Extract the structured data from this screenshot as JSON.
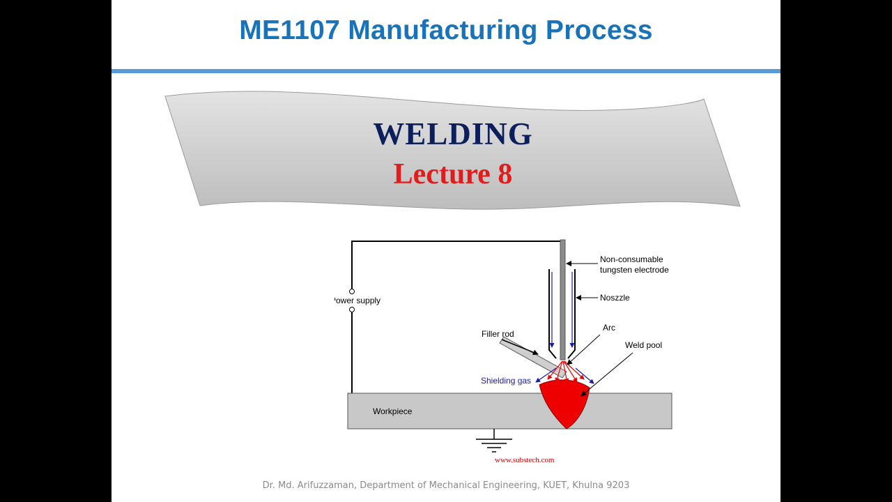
{
  "header": {
    "title": "ME1107 Manufacturing Process"
  },
  "banner": {
    "topic": "WELDING",
    "lecture": "Lecture 8"
  },
  "diagram": {
    "labels": {
      "electrode_line1": "Non-consumable",
      "electrode_line2": "tungsten electrode",
      "nozzle": "Noszzle",
      "power_supply": "Power supply",
      "arc": "Arc",
      "filler_rod": "Filler rod",
      "weld_pool": "Weld pool",
      "shielding_gas": "Shielding gas",
      "workpiece": "Workpiece"
    },
    "source": "www.substech.com"
  },
  "footer": {
    "text": "Dr. Md. Arifuzzaman, Department of Mechanical Engineering, KUET, Khulna 9203"
  },
  "colors": {
    "title": "#1a73b8",
    "rule": "#5b9bd5",
    "topic": "#0c1e5c",
    "lecture": "#e31b1b",
    "weld": "#ee0000",
    "gas": "#1a1aa8"
  }
}
